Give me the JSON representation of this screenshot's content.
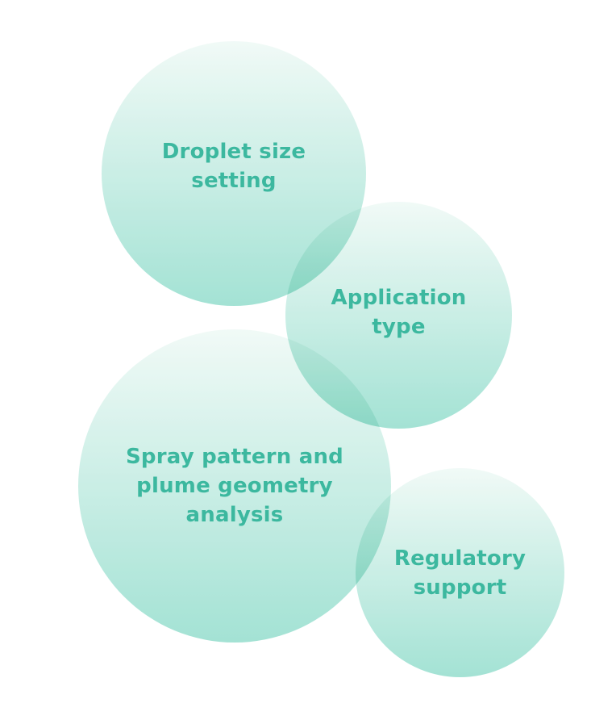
{
  "colors": {
    "bubble_gradient_top": "#eef9f5",
    "bubble_gradient_bottom": "#8fdccb",
    "label_text": "#10a88a"
  },
  "bubbles": [
    {
      "label": "Droplet size\nsetting"
    },
    {
      "label": "Application\ntype"
    },
    {
      "label": "Spray pattern and\nplume geometry\nanalysis"
    },
    {
      "label": "Regulatory\nsupport"
    }
  ]
}
